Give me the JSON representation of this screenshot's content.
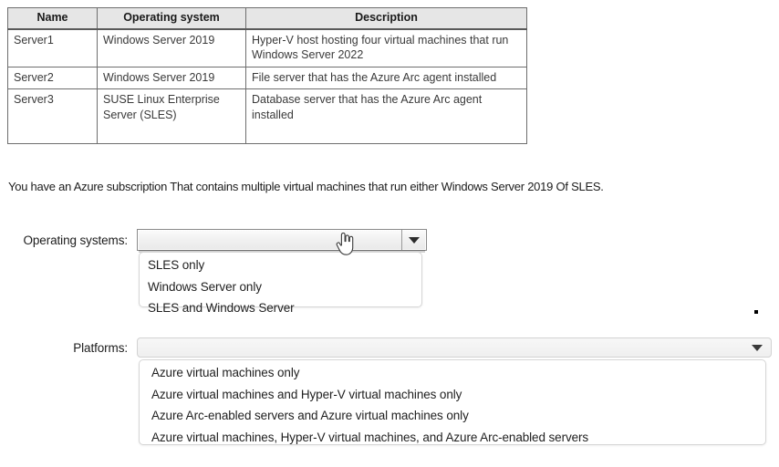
{
  "table": {
    "headers": [
      "Name",
      "Operating system",
      "Description"
    ],
    "rows": [
      {
        "name": "Server1",
        "os": "Windows Server 2019",
        "description": "Hyper-V host hosting four virtual machines that run Windows Server 2022"
      },
      {
        "name": "Server2",
        "os": "Windows Server 2019",
        "description": "File server that has the Azure Arc agent installed"
      },
      {
        "name": "Server3",
        "os": "SUSE Linux Enterprise Server (SLES)",
        "description": "Database server that has the Azure Arc agent installed"
      }
    ]
  },
  "intro": {
    "text": "You have an Azure subscription That contains multiple virtual machines that run either Windows Server 2019 Of SLES."
  },
  "operating_systems_field": {
    "label": "Operating systems:",
    "selected_value": "",
    "arrow_icon": "chevron-down-icon",
    "options": [
      "SLES only",
      "Windows Server only",
      "SLES and Windows Server"
    ]
  },
  "platforms_field": {
    "label": "Platforms:",
    "selected_value": "",
    "arrow_icon": "chevron-down-icon",
    "options": [
      "Azure virtual machines only",
      "Azure virtual machines and Hyper-V virtual machines only",
      "Azure Arc-enabled servers and Azure virtual machines only",
      "Azure virtual machines, Hyper-V virtual machines, and Azure Arc-enabled servers"
    ]
  },
  "cursor": {
    "icon": "hand-pointer-cursor"
  },
  "annotation": {
    "dot": "."
  },
  "colors": {
    "page_background": "#ffffff",
    "table_header_background": "#e6e6e6",
    "table_border": "#6e6e6e",
    "text": "#1c1c1c",
    "dropdown_border": "#d6d6d6"
  }
}
